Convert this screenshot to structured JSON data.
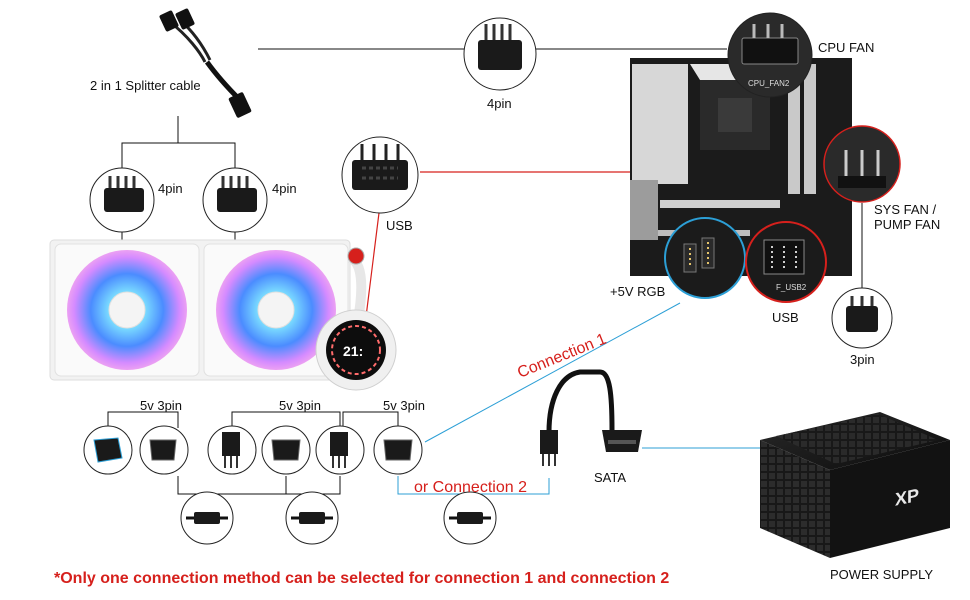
{
  "labels": {
    "splitter": "2 in 1 Splitter cable",
    "cpu_fan": "CPU FAN",
    "four_pin_top": "4pin",
    "four_pin_left": "4pin",
    "four_pin_right": "4pin",
    "usb_top": "USB",
    "usb_board": "USB",
    "sys_fan_line1": "SYS FAN /",
    "sys_fan_line2": "PUMP FAN",
    "plus5v_rgb": "+5V RGB",
    "three_pin": "3pin",
    "five_v_1": "5v 3pin",
    "five_v_2": "5v 3pin",
    "five_v_3": "5v 3pin",
    "connection1": "Connection 1",
    "connection2": "or Connection 2",
    "sata": "SATA",
    "power_supply": "POWER SUPPLY",
    "cpu_fan_header": "CPU_FAN2",
    "usb_header": "F_USB2",
    "lcd_time": "21:",
    "psu_brand": "XP"
  },
  "footnote": "*Only one connection method can be selected for connection 1 and connection 2",
  "colors": {
    "red": "#d6201c",
    "blue": "#2c9fd6",
    "black": "#111111"
  }
}
